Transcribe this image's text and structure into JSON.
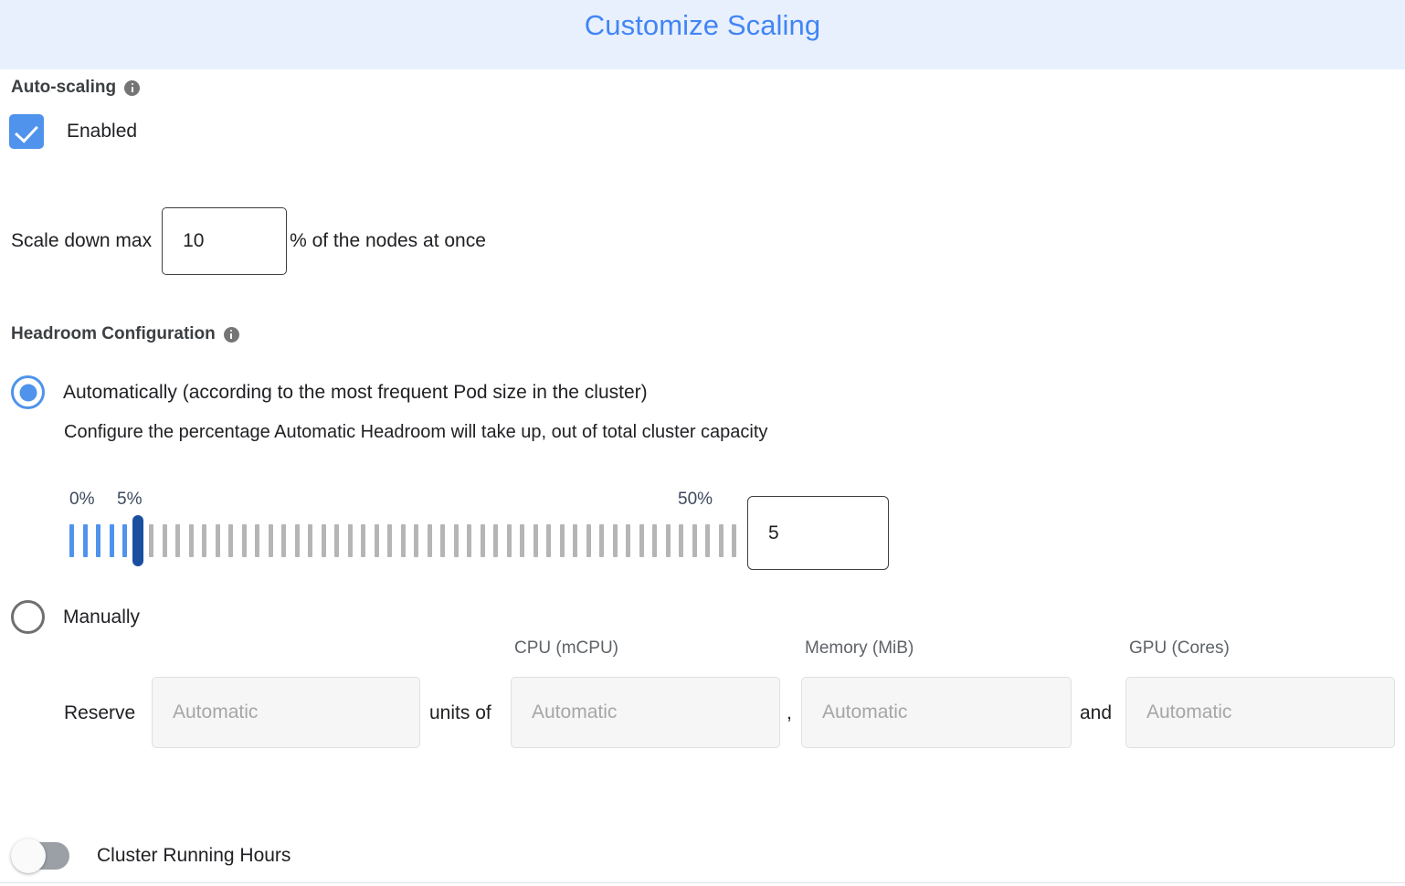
{
  "header": {
    "title": "Customize Scaling",
    "background": "#e8f0fe",
    "title_color": "#4285f4"
  },
  "autoscaling": {
    "section_label": "Auto-scaling",
    "info_tooltip_icon": "info-icon",
    "enabled_checkbox": {
      "label": "Enabled",
      "checked": true,
      "color": "#4f93ec"
    },
    "scale_down": {
      "prefix_label": "Scale down max",
      "value": "10",
      "suffix_label": "% of the nodes at once"
    }
  },
  "headroom": {
    "section_label": "Headroom Configuration",
    "info_tooltip_icon": "info-icon",
    "mode": "automatic",
    "automatic": {
      "radio_label": "Automatically (according to the most frequent Pod size in the cluster)",
      "selected": true,
      "help_text": "Configure the percentage Automatic Headroom will take up, out of total cluster capacity",
      "slider": {
        "min_label": "0%",
        "current_label": "5%",
        "max_label": "50%",
        "min": 0,
        "max": 50,
        "value": 5,
        "tick_count": 51,
        "filled_color": "#4f93ec",
        "empty_color": "#b5b5b5",
        "thumb_color": "#1a4fa0"
      },
      "value_box": "5"
    },
    "manual": {
      "radio_label": "Manually",
      "selected": false,
      "column_headers": {
        "cpu": "CPU (mCPU)",
        "memory": "Memory (MiB)",
        "gpu": "GPU (Cores)"
      },
      "reserve_word": "Reserve",
      "units_of_word": "units of",
      "comma": ",",
      "and_word": "and",
      "fields": {
        "units": {
          "value": "",
          "placeholder": "Automatic"
        },
        "cpu": {
          "value": "",
          "placeholder": "Automatic"
        },
        "memory": {
          "value": "",
          "placeholder": "Automatic"
        },
        "gpu": {
          "value": "",
          "placeholder": "Automatic"
        }
      }
    }
  },
  "cluster_running_hours": {
    "label": "Cluster Running Hours",
    "enabled": false
  }
}
